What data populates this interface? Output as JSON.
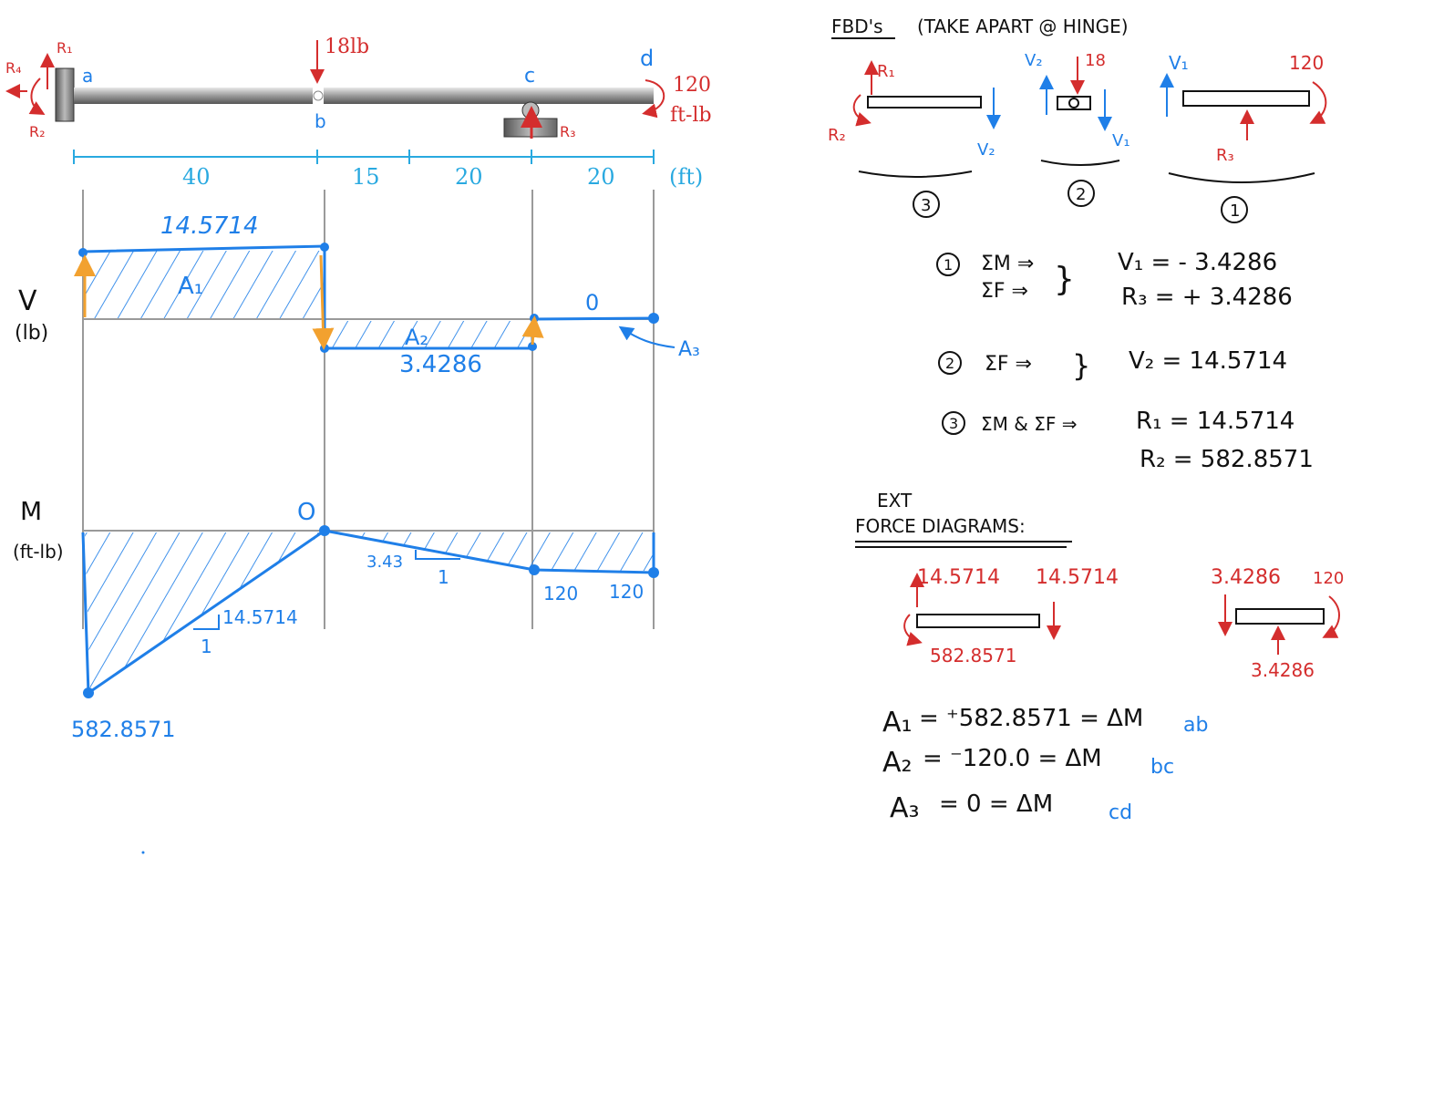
{
  "colors": {
    "red": "#d42d2d",
    "blue": "#1f7fe8",
    "orange": "#f2a12f",
    "black": "#111111",
    "gray": "#9a9a9a",
    "cyan": "#29a9e0"
  },
  "beam": {
    "point_a": "a",
    "point_b": "b",
    "point_c": "c",
    "point_d": "d",
    "load_18": "18lb",
    "moment_120": "120",
    "moment_unit": "ft-lb",
    "r1": "R₁",
    "r2": "R₂",
    "r3": "R₃",
    "r4": "R₄",
    "dim_1": "40",
    "dim_2": "15",
    "dim_3": "20",
    "dim_4": "20",
    "dim_unit": "(ft)"
  },
  "shear": {
    "axis_v": "V",
    "axis_v_unit": "(lb)",
    "top_value": "14.5714",
    "area_1": "A₁",
    "area_2": "A₂",
    "area_3": "A₃",
    "mid_value": "3.4286",
    "zero_value": "0"
  },
  "moment": {
    "axis_m": "M",
    "axis_m_unit": "(ft-lb)",
    "zero_value": "O",
    "slope_small": "3.43",
    "slope_small_run": "1",
    "slope_big": "14.5714",
    "slope_big_run": "1",
    "value_c": "120",
    "value_d": "120",
    "min_value": "582.8571"
  },
  "fbd": {
    "title": "FBD's",
    "subtitle": "(TAKE APART @ HINGE)",
    "left": {
      "r1": "R₁",
      "r2": "R₂",
      "v2": "V₂",
      "number": "3"
    },
    "mid": {
      "v2": "V₂",
      "load": "18",
      "v1": "V₁",
      "number": "2"
    },
    "right": {
      "v1": "V₁",
      "moment": "120",
      "r3": "R₃",
      "number": "1"
    }
  },
  "equations": [
    {
      "id": "1",
      "lhs": "ΣM ⇒\nΣF ⇒",
      "res1": "V₁ = - 3.4286",
      "res2": "R₃ = + 3.4286"
    },
    {
      "id": "2",
      "lhs": "ΣF ⇒",
      "res1": "V₂ = 14.5714",
      "res2": ""
    },
    {
      "id": "3",
      "lhs": "ΣM & ΣF ⇒",
      "res1": "R₁ = 14.5714",
      "res2": "R₂ = 582.8571"
    }
  ],
  "ext": {
    "title_1": "EXT",
    "title_2": "FORCE DIAGRAMS:",
    "left_up": "14.5714",
    "left_down": "14.5714",
    "left_moment": "582.8571",
    "right_down": "3.4286",
    "right_moment": "120",
    "right_up": "3.4286"
  },
  "areas": [
    {
      "lhs": "A₁",
      "eq": "= ⁺582.8571  =  ΔM",
      "sub": "ab"
    },
    {
      "lhs": "A₂",
      "eq": "= ⁻120.0  =  ΔM",
      "sub": "bc"
    },
    {
      "lhs": "A₃",
      "eq": "= 0  =  ΔM",
      "sub": "cd"
    }
  ]
}
